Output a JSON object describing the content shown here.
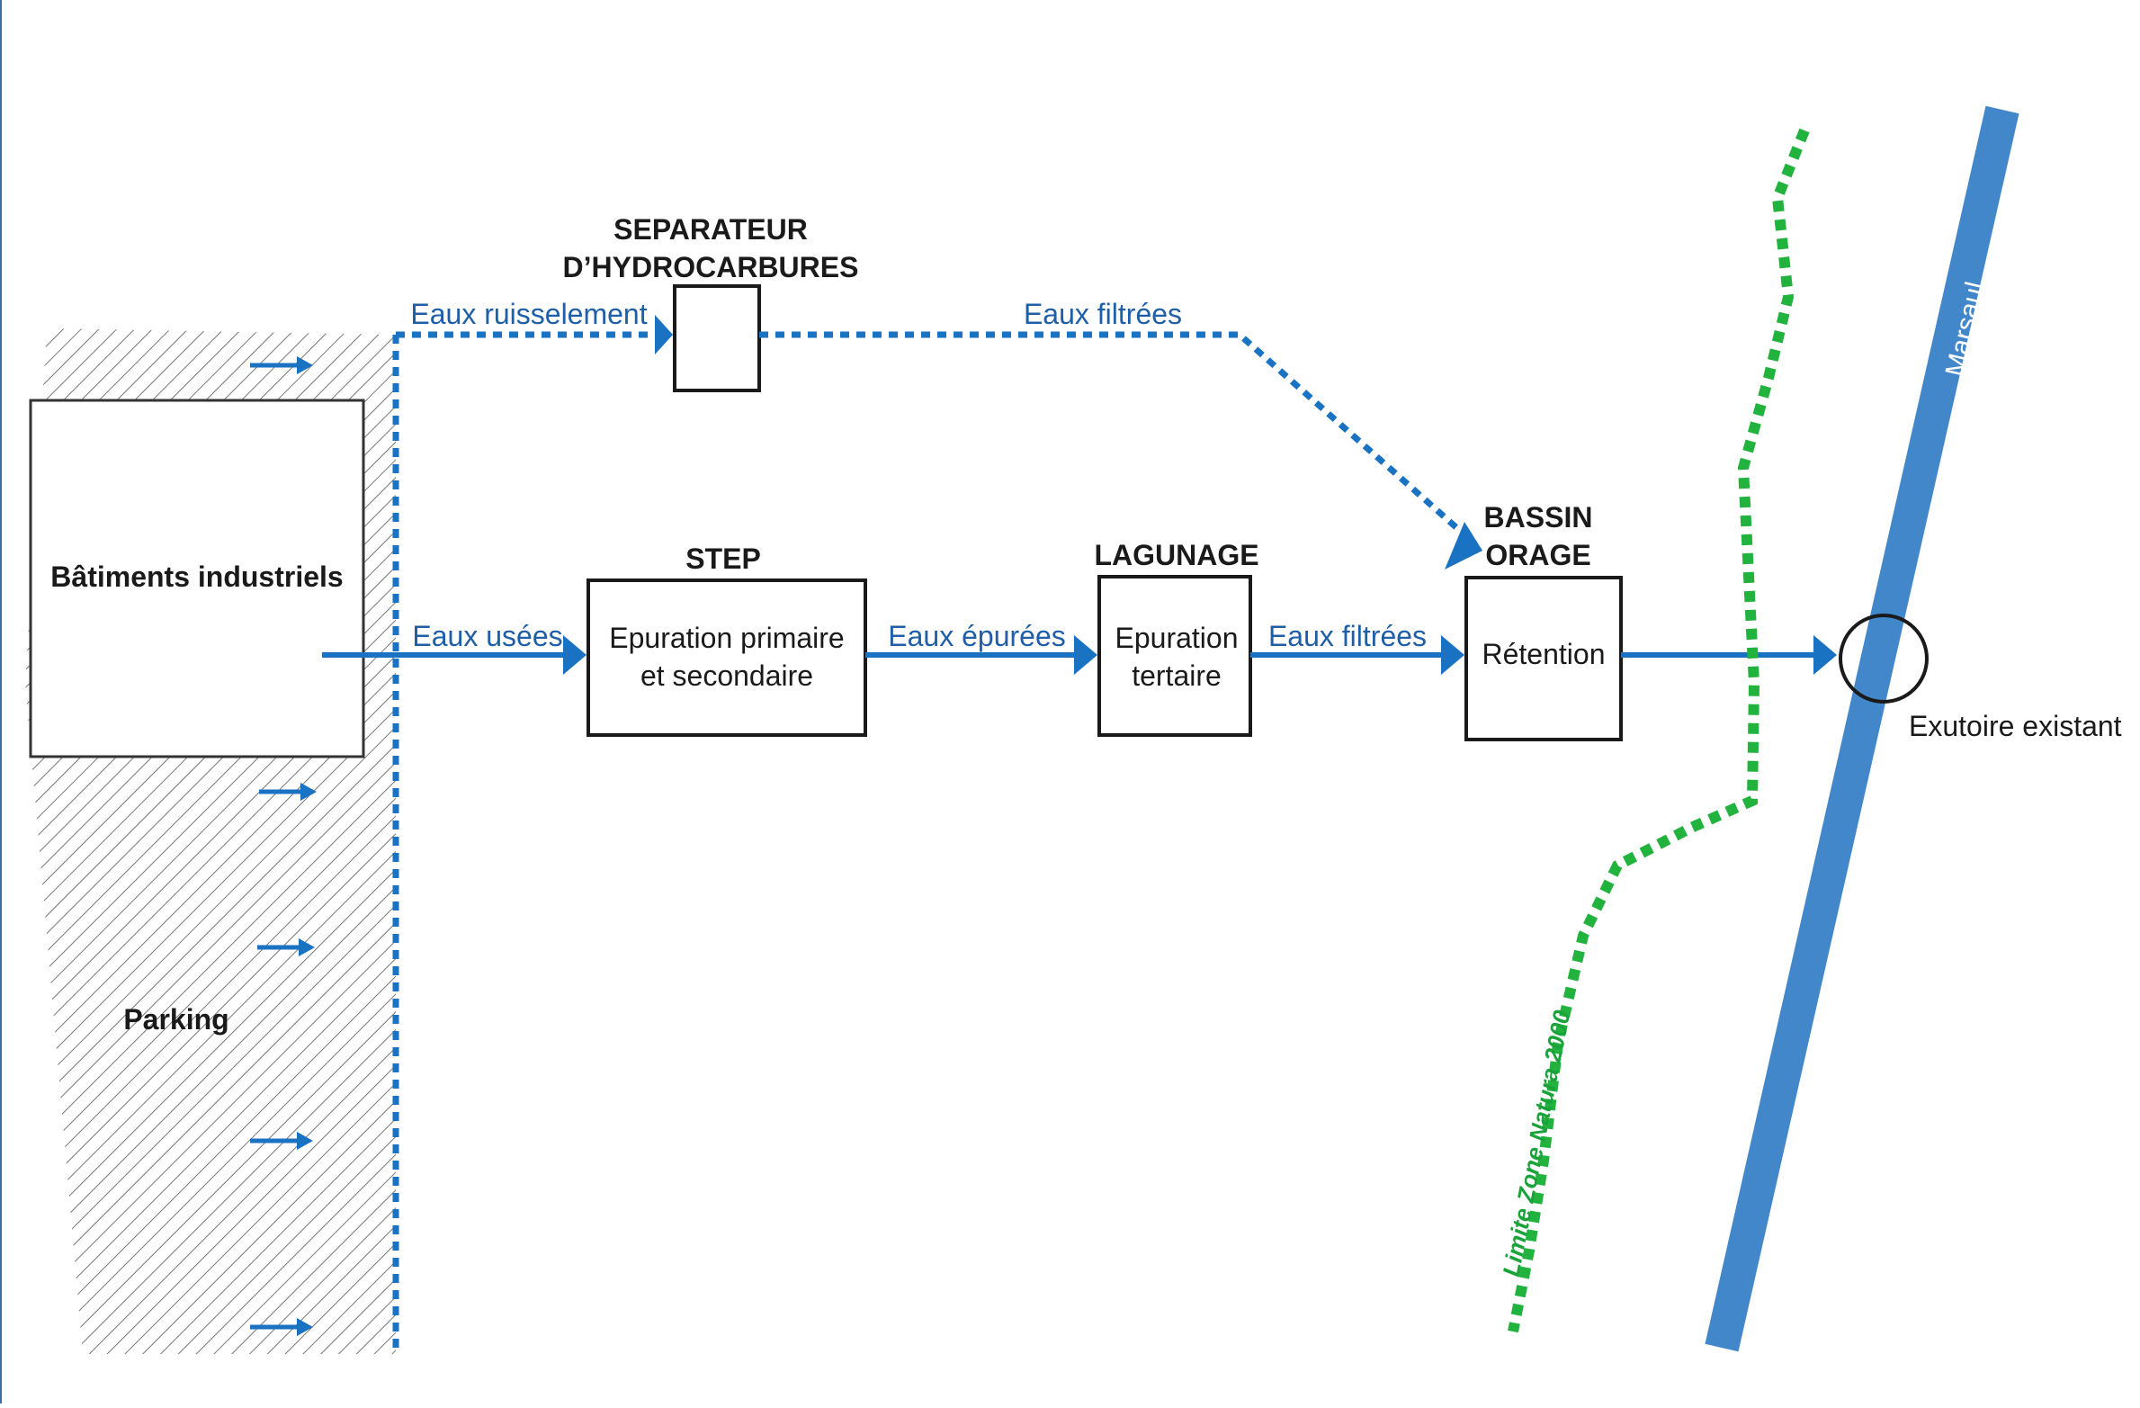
{
  "colors": {
    "flow_blue": "#1a72c2",
    "label_blue": "#1f5fa8",
    "river_blue": "#4287c9",
    "natura_green": "#22b33f",
    "ink": "#1a1a1a"
  },
  "areas": {
    "buildings": "Bâtiments industriels",
    "parking": "Parking"
  },
  "nodes": {
    "separator_title_1": "SEPARATEUR",
    "separator_title_2": "D’HYDROCARBURES",
    "step_title": "STEP",
    "step_line_1": "Epuration primaire",
    "step_line_2": "et secondaire",
    "lagunage_title": "LAGUNAGE",
    "lagunage_line_1": "Epuration",
    "lagunage_line_2": "tertaire",
    "bassin_title_1": "BASSIN",
    "bassin_title_2": "ORAGE",
    "bassin_body": "Rétention"
  },
  "flows": {
    "runoff": "Eaux ruisselement",
    "filtered_top": "Eaux filtrées",
    "wastewater": "Eaux usées",
    "purified": "Eaux épurées",
    "filtered_bottom": "Eaux filtrées"
  },
  "geography": {
    "river": "Marsaul",
    "outlet": "Exutoire existant",
    "natura_limit": "Limite Zone Natura 2000"
  }
}
